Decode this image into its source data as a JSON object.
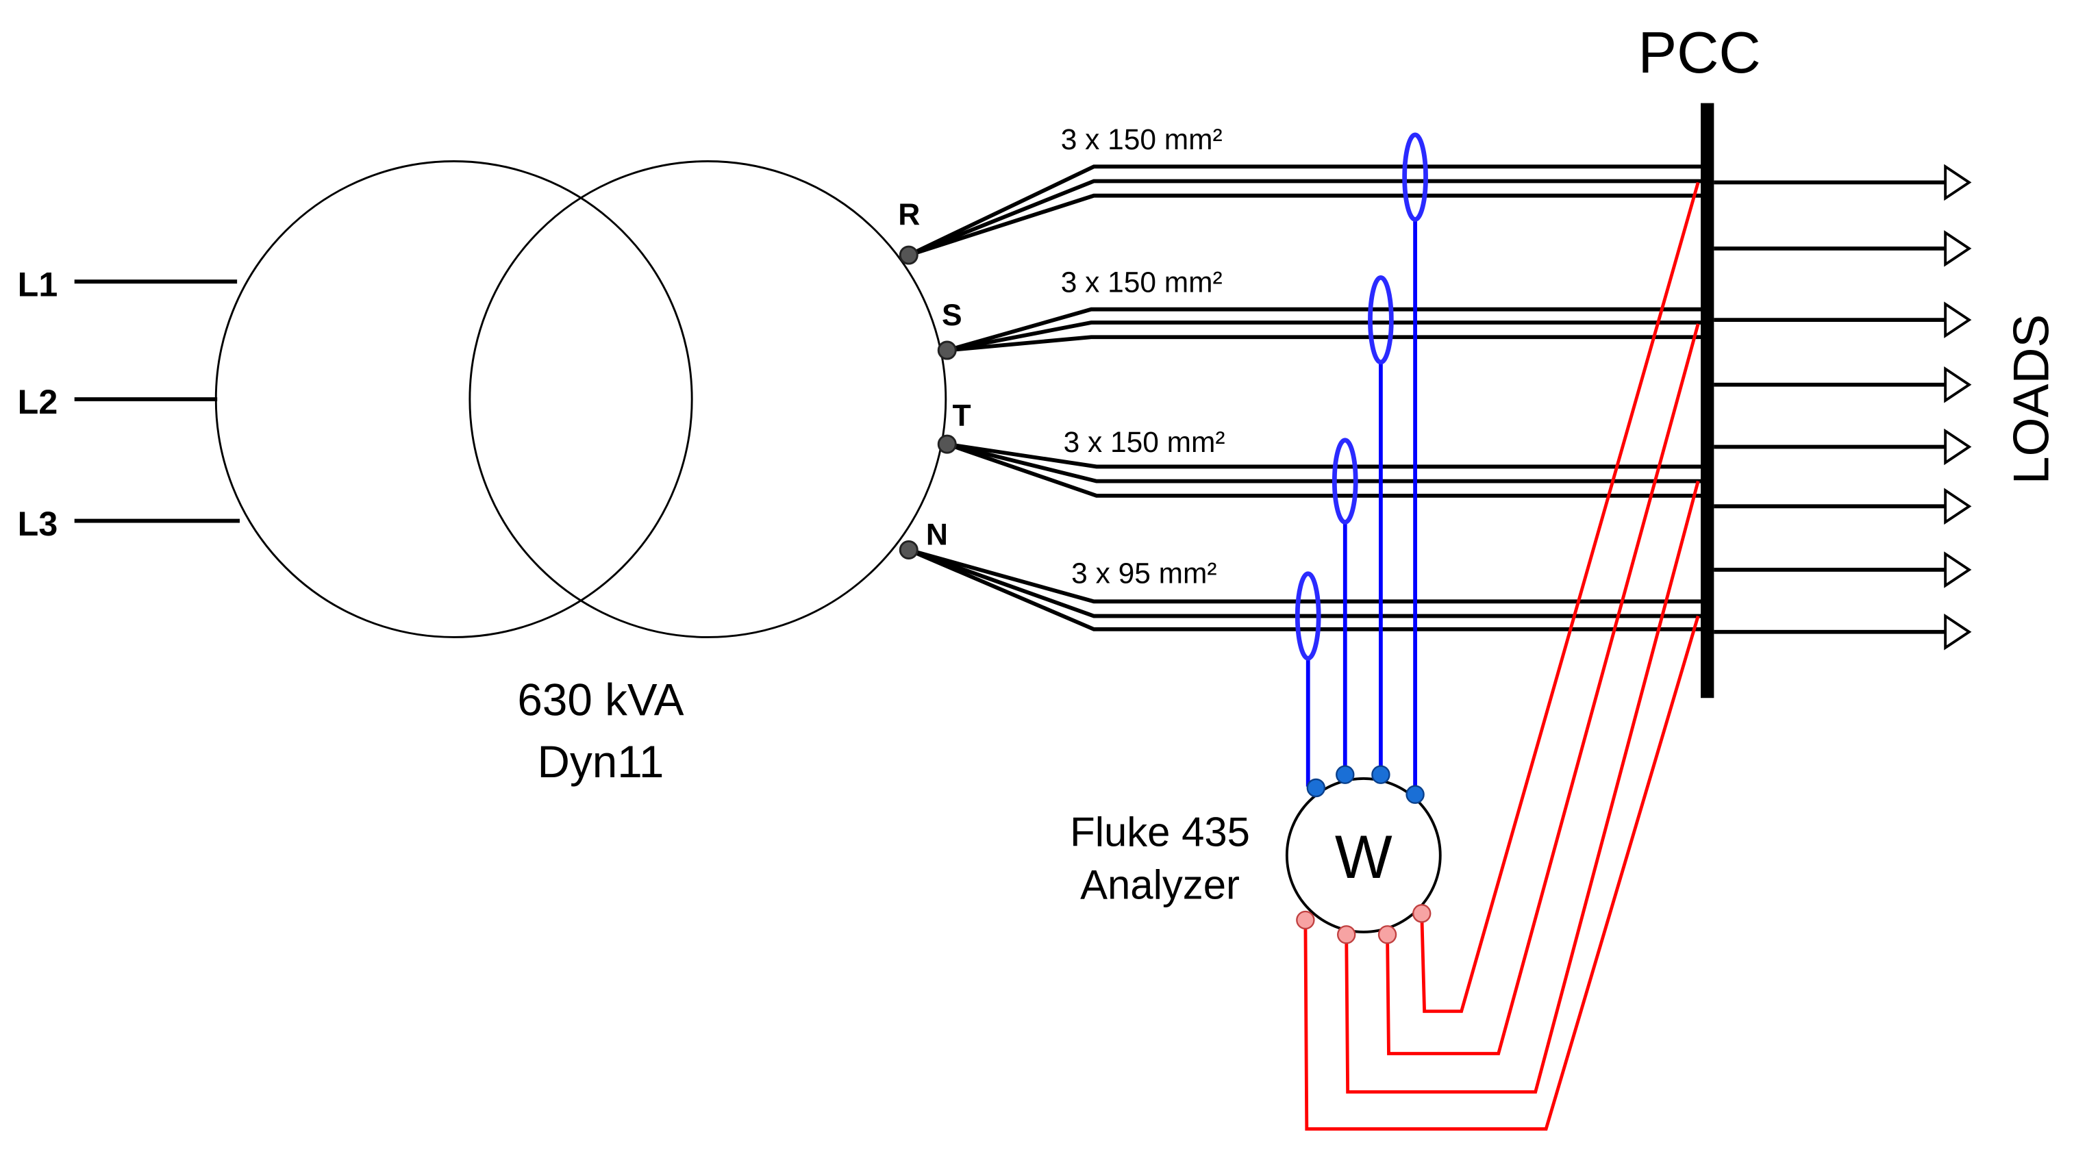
{
  "inputs": {
    "phases": [
      "L1",
      "L2",
      "L3"
    ]
  },
  "transformer": {
    "rating": "630 kVA",
    "vector_group": "Dyn11",
    "terminals": [
      "R",
      "S",
      "T",
      "N"
    ]
  },
  "cables": [
    {
      "label": "3 x 150 mm²"
    },
    {
      "label": "3 x 150 mm²"
    },
    {
      "label": "3 x 150 mm²"
    },
    {
      "label": "3 x 95 mm²"
    }
  ],
  "busbar": {
    "label": "PCC"
  },
  "loads": {
    "label": "LOADS",
    "count": 8
  },
  "analyzer": {
    "symbol": "W",
    "name_line1": "Fluke 435",
    "name_line2": "Analyzer"
  },
  "colors": {
    "wire": "#000000",
    "current_probe": "#0000ff",
    "voltage_lead": "#ff0000",
    "current_terminal": "#1a6fd6",
    "voltage_terminal": "#f7a3a3",
    "transformer_terminal": "#555555"
  }
}
